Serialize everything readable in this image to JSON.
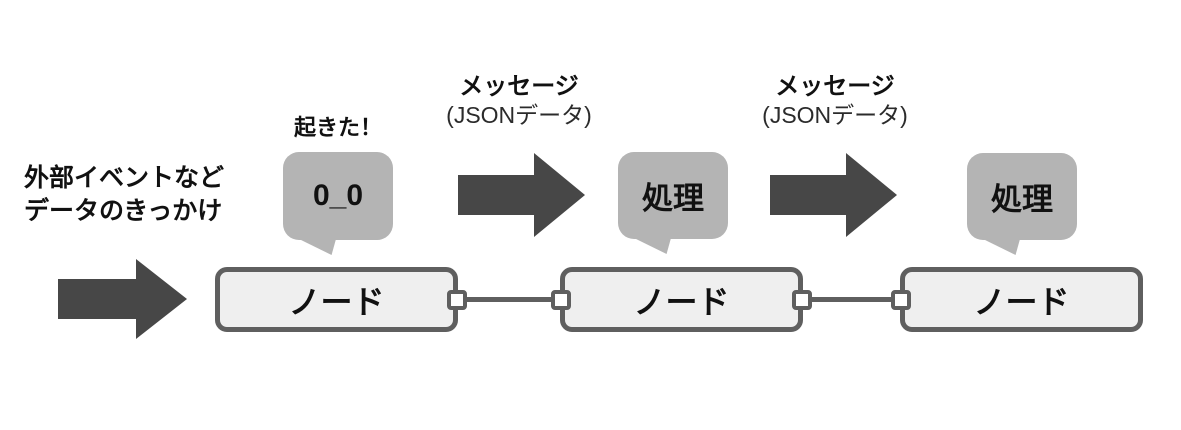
{
  "colors": {
    "arrow": "#474747",
    "bubble": "#b4b4b4",
    "node_border": "#5f5f5f",
    "node_fill": "#efefef",
    "wire": "#5f5f5f",
    "port_fill": "#ffffff",
    "text": "#111111"
  },
  "trigger": {
    "line1": "外部イベントなど",
    "line2": "データのきっかけ"
  },
  "event_bubble": {
    "caption": "起きた！",
    "face": "0_0"
  },
  "message_labels": [
    {
      "title": "メッセージ",
      "subtitle": "(JSONデータ)"
    },
    {
      "title": "メッセージ",
      "subtitle": "(JSONデータ)"
    }
  ],
  "process_bubbles": [
    {
      "text": "処理"
    },
    {
      "text": "処理"
    }
  ],
  "nodes": [
    {
      "label": "ノード"
    },
    {
      "label": "ノード"
    },
    {
      "label": "ノード"
    }
  ]
}
